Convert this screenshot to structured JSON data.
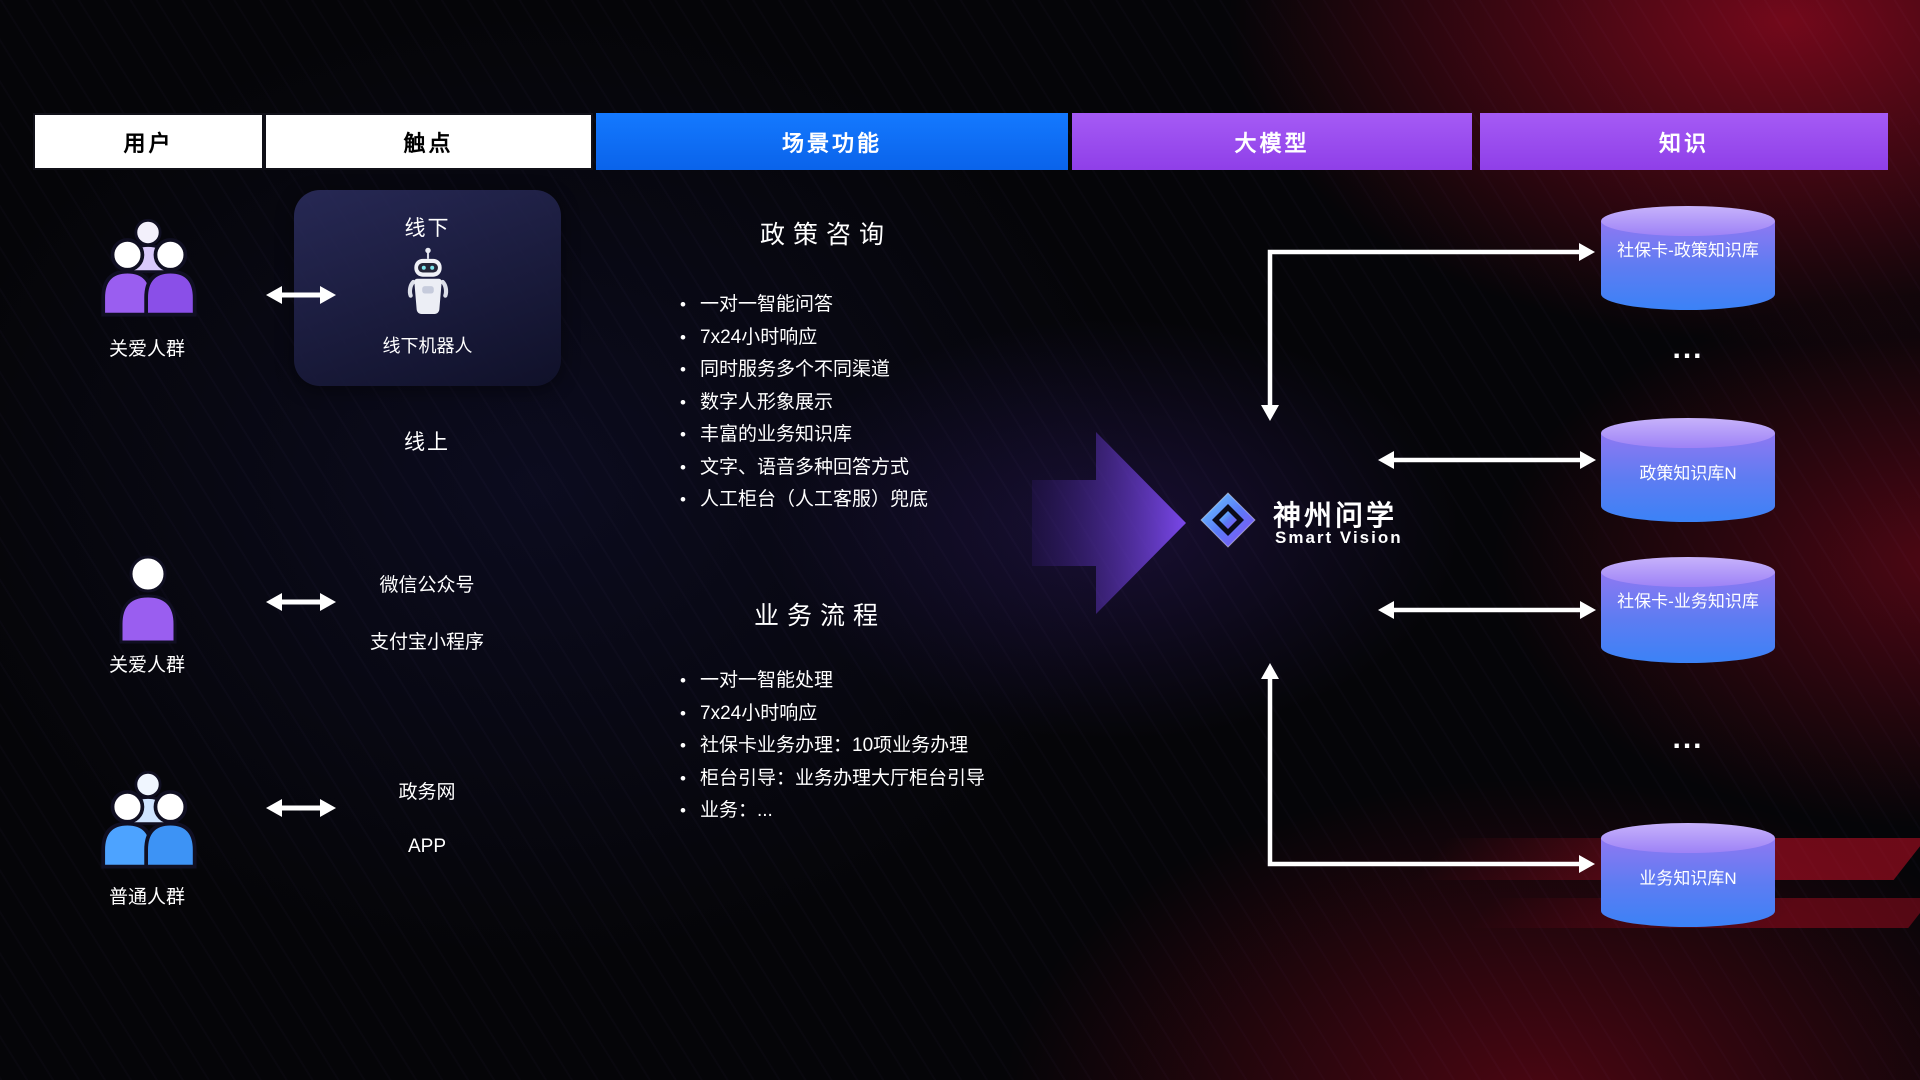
{
  "header": {
    "columns": [
      {
        "label": "用户",
        "bg": "#ffffff",
        "color": "#000000"
      },
      {
        "label": "触点",
        "bg": "#ffffff",
        "color": "#000000"
      },
      {
        "label": "场景功能",
        "bg": "#0a6cf5",
        "color": "#ffffff"
      },
      {
        "label": "大模型",
        "bg": "#9b4df0",
        "color": "#ffffff"
      },
      {
        "label": "知识",
        "bg": "#9b4df0",
        "color": "#ffffff"
      }
    ]
  },
  "users": [
    {
      "label": "关爱人群",
      "icon": "group-people-purple"
    },
    {
      "label": "关爱人群",
      "icon": "single-person-purple"
    },
    {
      "label": "普通人群",
      "icon": "group-people-blue"
    }
  ],
  "touchpoints": {
    "offline": {
      "title": "线下",
      "robot_caption": "线下机器人",
      "robot_icon": "robot-icon"
    },
    "online_label": "线上",
    "channels": [
      "微信公众号",
      "支付宝小程序",
      "政务网",
      "APP"
    ]
  },
  "scenarios": [
    {
      "title": "政策咨询",
      "items": [
        "一对一智能问答",
        "7x24小时响应",
        "同时服务多个不同渠道",
        "数字人形象展示",
        "丰富的业务知识库",
        "文字、语音多种回答方式",
        "人工柜台（人工客服）兜底"
      ]
    },
    {
      "title": "业务流程",
      "items": [
        "一对一智能处理",
        "7x24小时响应",
        "社保卡业务办理：10项业务办理",
        "柜台引导：业务办理大厅柜台引导",
        "业务：..."
      ]
    }
  ],
  "model": {
    "name": "神州问学",
    "subtitle": "Smart Vision",
    "icon": "diamond-logo-icon"
  },
  "knowledge": {
    "items": [
      {
        "label": "社保卡-政策知识库",
        "type": "database"
      },
      {
        "label": "...",
        "type": "ellipsis"
      },
      {
        "label": "政策知识库N",
        "type": "database"
      },
      {
        "label": "社保卡-业务知识库",
        "type": "database"
      },
      {
        "label": "...",
        "type": "ellipsis"
      },
      {
        "label": "业务知识库N",
        "type": "database"
      }
    ]
  },
  "colors": {
    "scenario_header_blue": "#0a6cf5",
    "model_header_purple": "#9b4df0",
    "cylinder_top": "#b49af8",
    "cylinder_body_top": "#8f78f2",
    "cylinder_body_bottom": "#3b82f6",
    "purple_person": "#9a5ef0",
    "blue_person": "#4da3ff",
    "arrow_white": "#ffffff"
  }
}
